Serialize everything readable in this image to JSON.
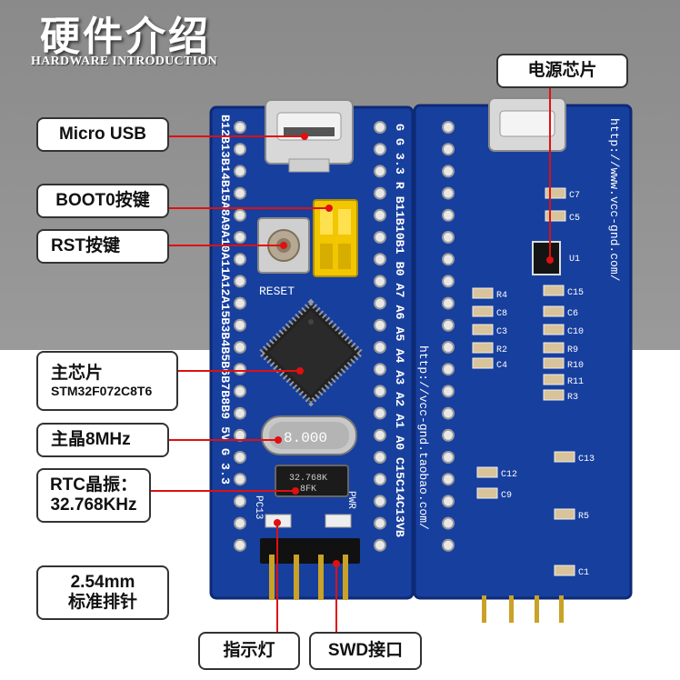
{
  "header": {
    "title": "硬件介绍",
    "subtitle": "HARDWARE INTRODUCTION"
  },
  "callouts": {
    "micro_usb": "Micro USB",
    "boot0": "BOOT0按键",
    "rst": "RST按键",
    "main_chip_line1": "主芯片",
    "main_chip_line2": "STM32F072C8T6",
    "main_crystal": "主晶8MHz",
    "rtc_line1": "RTC晶振：",
    "rtc_line2": "32.768KHz",
    "header_line1": "2.54mm",
    "header_line2": "标准排针",
    "power_chip": "电源芯片",
    "indicator": "指示灯",
    "swd": "SWD接口"
  },
  "board_front": {
    "left_pins_text": "B12B13B14B15A8A9A10A11A12A15B3B4B5B6B7B8B9 5V G 3.3",
    "right_pins_text": "G G 3.3 R B11B10B1 B0 A7 A6 A5 A4 A3 A2 A1 A0 C15C14C13VB",
    "reset_label": "RESET",
    "crystal_marking": "8.000",
    "rtc_marking": "32.768K",
    "rtc_marking2": "8FK",
    "led_label_pc13": "PC13",
    "led_label_pwr": "PWR",
    "url": "http://vcc-gnd.taobao.com/"
  },
  "board_back": {
    "url": "http://www.vcc-gnd.com/",
    "component_labels": [
      "C7",
      "C5",
      "U1",
      "R4",
      "C15",
      "C8",
      "C6",
      "C3",
      "R2",
      "C10",
      "C4",
      "R9",
      "R10",
      "R11",
      "R3",
      "C13",
      "C12",
      "C9",
      "R5",
      "C1"
    ]
  },
  "colors": {
    "pcb": "#173f9e",
    "pcb_edge": "#0d2a75",
    "band": "#8e8e8e",
    "callout_line": "#e01010"
  }
}
